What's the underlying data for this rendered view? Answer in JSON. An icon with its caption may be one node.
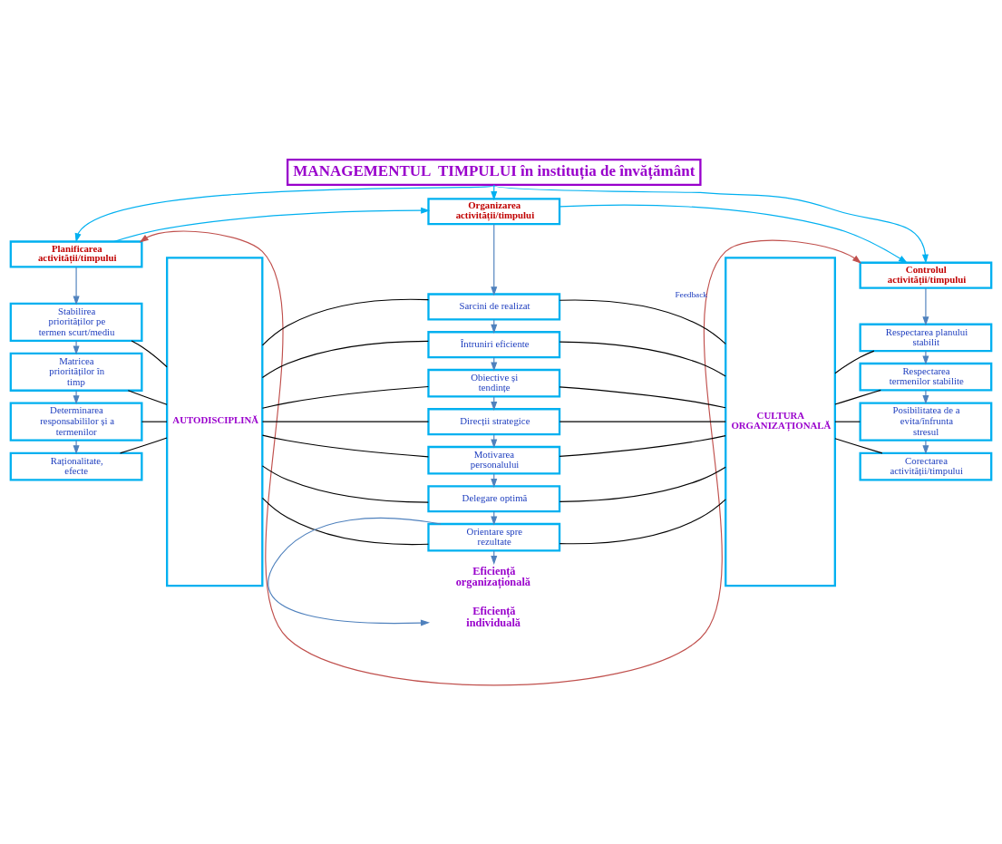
{
  "diagram": {
    "nodes": [
      {
        "text": [
          "MANAGEMENTUL  TIMPULUI în instituția de învățământ"
        ]
      },
      {
        "text": [
          "Planificarea activității/timpului"
        ]
      },
      {
        "text": [
          "Organizarea activității/timpului"
        ]
      },
      {
        "text": [
          "Controlul activității/timpului"
        ]
      },
      {
        "text": [
          "Stabilirea priorităților pe termen scurt/mediu"
        ]
      },
      {
        "text": [
          "Matricea priorităților în timp"
        ]
      },
      {
        "text": [
          "Determinarea responsabililor și a termenilor"
        ]
      },
      {
        "text": [
          "Raționalitate, efecte"
        ]
      },
      {
        "text": [
          "AUTODISCIPLINĂ"
        ]
      },
      {
        "text": [
          "Sarcini de realizat"
        ]
      },
      {
        "text": [
          "Întruniri eficiente"
        ]
      },
      {
        "text": [
          "Obiective și tendințe"
        ]
      },
      {
        "text": [
          "Direcții strategice"
        ]
      },
      {
        "text": [
          "Motivarea personalului"
        ]
      },
      {
        "text": [
          "Delegare optimă"
        ]
      },
      {
        "text": [
          "Orientare spre rezultate"
        ]
      },
      {
        "text": [
          "CULTURA ORGANIZAȚIONALĂ"
        ]
      },
      {
        "text": [
          "Respectarea planului stabilit"
        ]
      },
      {
        "text": [
          "Respectarea termenilor stabilite"
        ]
      },
      {
        "text": [
          "Posibilitatea de a evita/înfrunta stresul"
        ]
      },
      {
        "text": [
          "Corectarea activității/timpului"
        ]
      },
      {
        "text": [
          "Eficiență individuală"
        ]
      },
      {
        "text": [
          "Eficiență organizațională"
        ]
      }
    ],
    "edges": [
      {
        "from": 0,
        "to": 1,
        "arrow": "to",
        "color": "#00b0f0"
      },
      {
        "from": 0,
        "to": 2,
        "arrow": "to",
        "color": "#00b0f0"
      },
      {
        "from": 0,
        "to": 3,
        "arrow": "to",
        "color": "#00b0f0"
      },
      {
        "from": 1,
        "to": 3,
        "arrow": "both",
        "label": "Feedback",
        "color": "#c0504d"
      },
      {
        "from": 1,
        "to": 2,
        "arrow": "to",
        "color": "#00b0f0"
      },
      {
        "from": 2,
        "to": 3,
        "arrow": "to",
        "color": "#00b0f0"
      },
      {
        "from": 1,
        "to": 4,
        "arrow": "to",
        "color": "#4f81bd"
      },
      {
        "from": 4,
        "to": 5,
        "arrow": "to",
        "color": "#4f81bd"
      },
      {
        "from": 5,
        "to": 6,
        "arrow": "to",
        "color": "#4f81bd"
      },
      {
        "from": 6,
        "to": 7,
        "arrow": "to",
        "color": "#4f81bd"
      },
      {
        "from": 2,
        "to": 9,
        "arrow": "to",
        "color": "#4f81bd"
      },
      {
        "from": 9,
        "to": 10,
        "arrow": "to",
        "color": "#4f81bd"
      },
      {
        "from": 10,
        "to": 11,
        "arrow": "to",
        "color": "#4f81bd"
      },
      {
        "from": 11,
        "to": 12,
        "arrow": "to",
        "color": "#4f81bd"
      },
      {
        "from": 12,
        "to": 13,
        "arrow": "to",
        "color": "#4f81bd"
      },
      {
        "from": 13,
        "to": 14,
        "arrow": "to",
        "color": "#4f81bd"
      },
      {
        "from": 14,
        "to": 15,
        "arrow": "to",
        "color": "#4f81bd"
      },
      {
        "from": 3,
        "to": 17,
        "arrow": "to",
        "color": "#4f81bd"
      },
      {
        "from": 17,
        "to": 18,
        "arrow": "to",
        "color": "#4f81bd"
      },
      {
        "from": 18,
        "to": 19,
        "arrow": "to",
        "color": "#4f81bd"
      },
      {
        "from": 19,
        "to": 20,
        "arrow": "to",
        "color": "#4f81bd"
      },
      {
        "from": 4,
        "to": 8,
        "arrow": "none"
      },
      {
        "from": 5,
        "to": 8,
        "arrow": "none"
      },
      {
        "from": 6,
        "to": 8,
        "arrow": "none"
      },
      {
        "from": 7,
        "to": 8,
        "arrow": "none"
      },
      {
        "from": 8,
        "to": 9,
        "arrow": "none"
      },
      {
        "from": 8,
        "to": 10,
        "arrow": "none"
      },
      {
        "from": 8,
        "to": 11,
        "arrow": "none"
      },
      {
        "from": 8,
        "to": 12,
        "arrow": "none"
      },
      {
        "from": 8,
        "to": 13,
        "arrow": "none"
      },
      {
        "from": 8,
        "to": 14,
        "arrow": "none"
      },
      {
        "from": 8,
        "to": 15,
        "arrow": "none"
      },
      {
        "from": 9,
        "to": 16,
        "arrow": "none"
      },
      {
        "from": 10,
        "to": 16,
        "arrow": "none"
      },
      {
        "from": 11,
        "to": 16,
        "arrow": "none"
      },
      {
        "from": 12,
        "to": 16,
        "arrow": "none"
      },
      {
        "from": 13,
        "to": 16,
        "arrow": "none"
      },
      {
        "from": 14,
        "to": 16,
        "arrow": "none"
      },
      {
        "from": 15,
        "to": 16,
        "arrow": "none"
      },
      {
        "from": 16,
        "to": 17,
        "arrow": "none"
      },
      {
        "from": 16,
        "to": 18,
        "arrow": "none"
      },
      {
        "from": 16,
        "to": 19,
        "arrow": "none"
      },
      {
        "from": 16,
        "to": 20,
        "arrow": "none"
      },
      {
        "from": 15,
        "to": 21,
        "arrow": "to",
        "color": "#4f81bd"
      },
      {
        "from": 15,
        "to": 22,
        "arrow": "to",
        "color": "#4f81bd"
      }
    ]
  }
}
